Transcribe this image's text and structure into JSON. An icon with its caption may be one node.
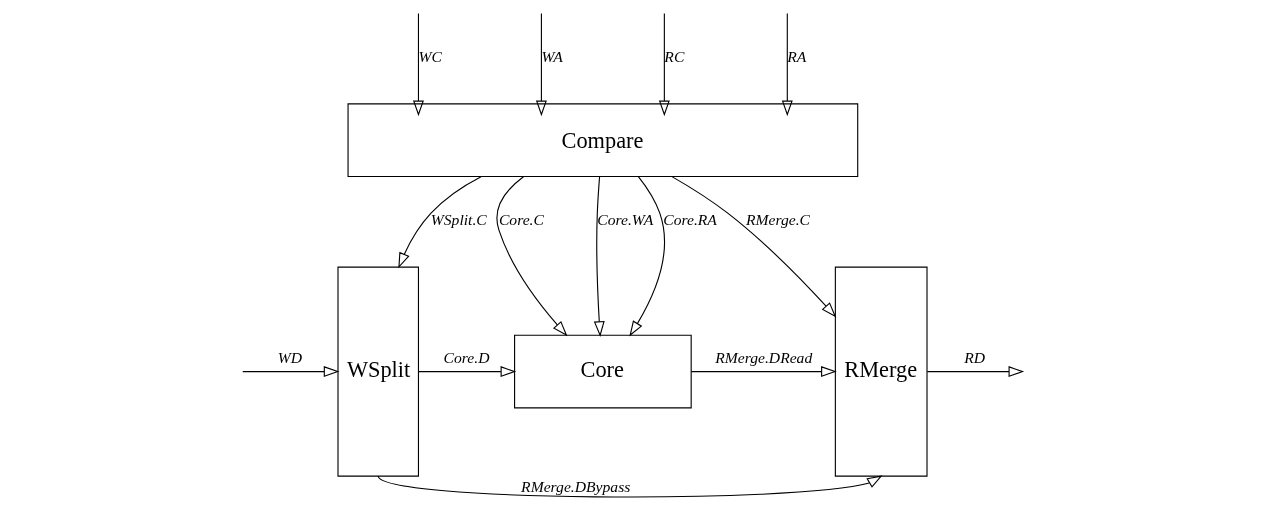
{
  "diagram": {
    "nodes": [
      {
        "text": [
          "WSplit"
        ]
      },
      {
        "text": [
          "Compare"
        ]
      },
      {
        "text": [
          "Core"
        ]
      },
      {
        "text": [
          "RMerge"
        ]
      }
    ],
    "edges": [
      {
        "from": null,
        "to": 0,
        "arrow": "to",
        "label": "WD"
      },
      {
        "from": null,
        "to": 1,
        "arrow": "to",
        "label": "WC"
      },
      {
        "from": null,
        "to": 1,
        "arrow": "to",
        "label": "WA"
      },
      {
        "from": null,
        "to": 1,
        "arrow": "to",
        "label": "RC"
      },
      {
        "from": null,
        "to": 1,
        "arrow": "to",
        "label": "RA"
      },
      {
        "from": 1,
        "to": 0,
        "arrow": "to",
        "label": "WSplit.C"
      },
      {
        "from": 1,
        "to": 3,
        "arrow": "to",
        "label": "RMerge.C"
      },
      {
        "from": 1,
        "to": 2,
        "arrow": "to",
        "label": "Core.C"
      },
      {
        "from": 1,
        "to": 2,
        "arrow": "to",
        "label": "Core.WA"
      },
      {
        "from": 1,
        "to": 2,
        "arrow": "to",
        "label": "Core.RA"
      },
      {
        "from": 0,
        "to": 2,
        "arrow": "to",
        "label": "Core.D"
      },
      {
        "from": 2,
        "to": 3,
        "arrow": "to",
        "label": "RMerge.DRead"
      },
      {
        "from": 0,
        "to": 3,
        "arrow": "to",
        "label": "RMerge.DBypass"
      },
      {
        "from": 3,
        "to": null,
        "arrow": "to",
        "label": "RD"
      }
    ]
  }
}
